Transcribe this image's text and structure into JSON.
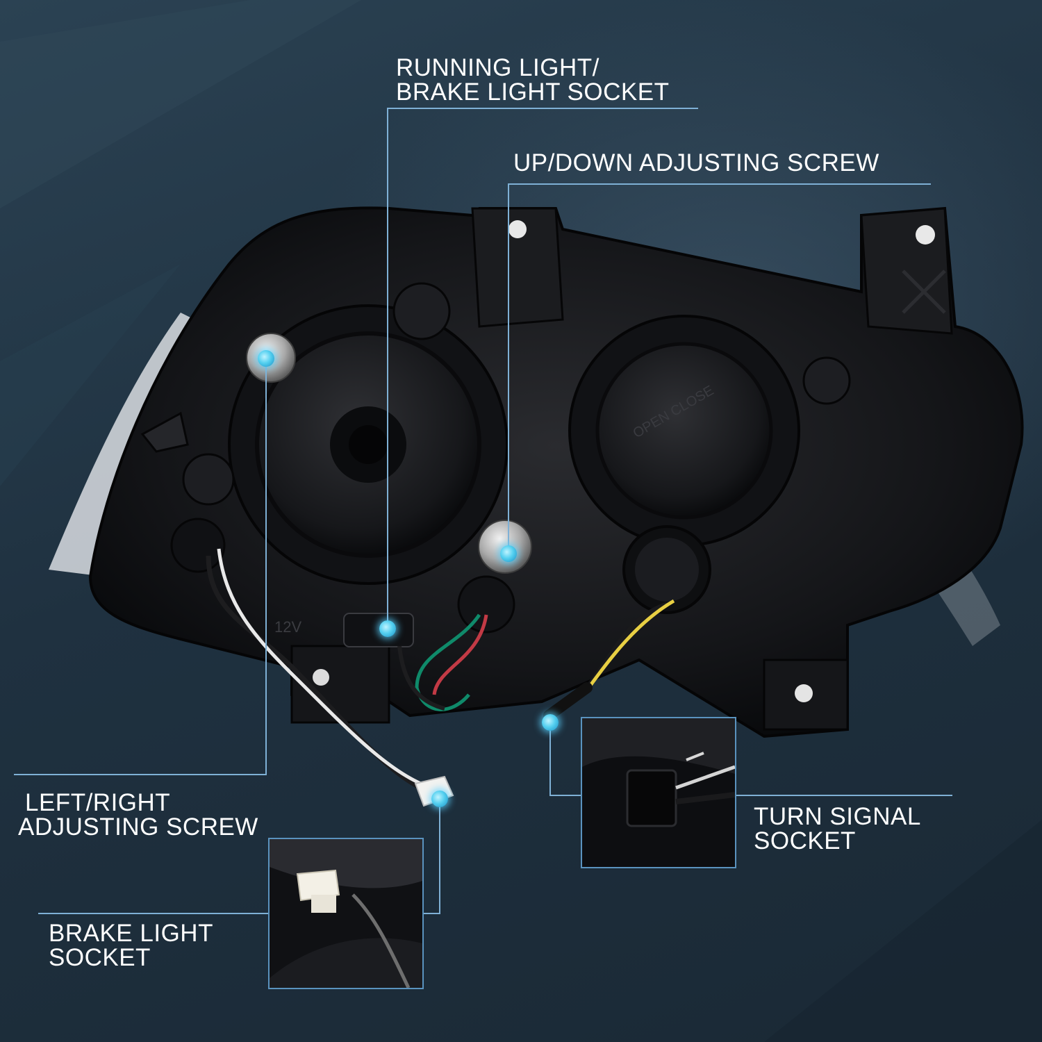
{
  "callouts": {
    "running_light": {
      "line1": "RUNNING LIGHT/",
      "line2": "BRAKE LIGHT SOCKET"
    },
    "up_down": {
      "line1": "UP/DOWN  ADJUSTING SCREW"
    },
    "left_right": {
      "line1": "LEFT/RIGHT",
      "line2": "ADJUSTING SCREW"
    },
    "brake_light": {
      "line1": "BRAKE LIGHT",
      "line2": "SOCKET"
    },
    "turn_signal": {
      "line1": "TURN SIGNAL",
      "line2": "SOCKET"
    }
  },
  "housing_markings": {
    "cap_text": "OPEN  CLOSE",
    "voltage": "12V"
  },
  "colors": {
    "background": "#1f3140",
    "leader_line": "#7fb1d6",
    "callout_dot": "#55d0f0",
    "label_text": "#ffffff"
  }
}
